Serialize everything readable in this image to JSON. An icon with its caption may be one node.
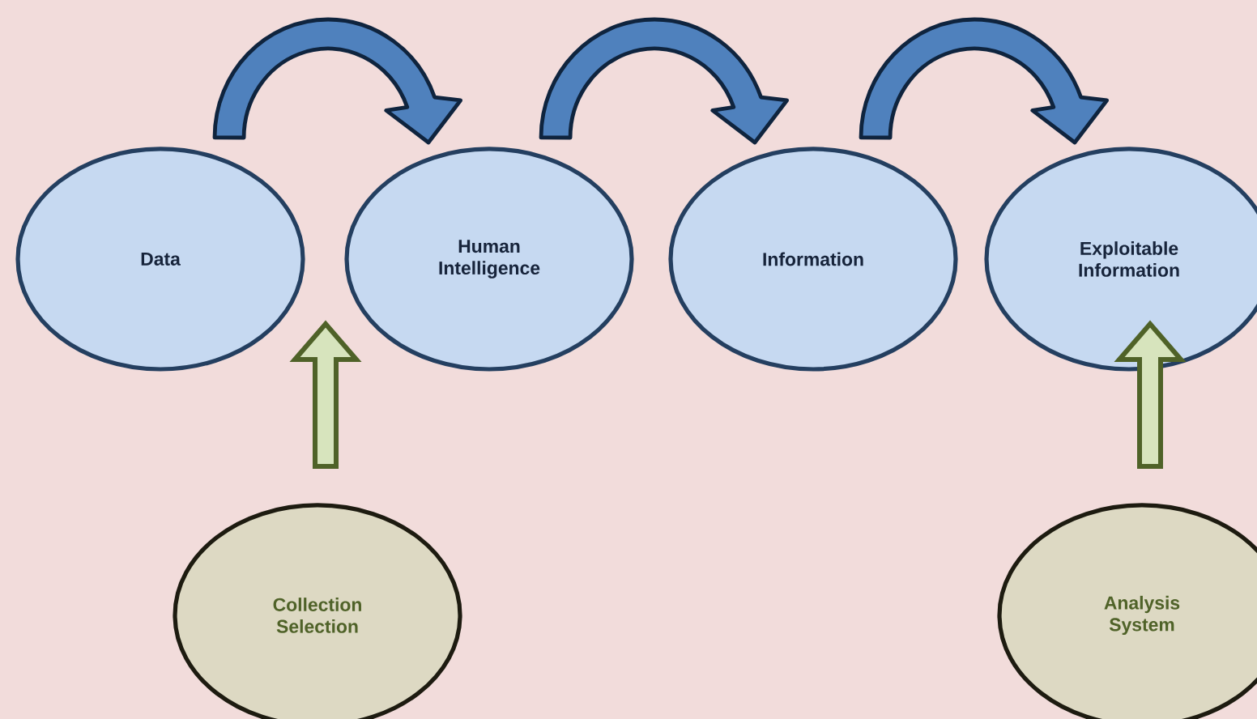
{
  "diagram": {
    "nodes": [
      {
        "text": [
          "Data"
        ]
      },
      {
        "text": [
          "Human Intelligence"
        ]
      },
      {
        "text": [
          "Information"
        ]
      },
      {
        "text": [
          "Exploitable Information"
        ]
      },
      {
        "text": [
          "Collection Selection"
        ]
      },
      {
        "text": [
          "Analysis System"
        ]
      }
    ],
    "edges": [
      {
        "from": 0,
        "to": 1,
        "arrow": "to"
      },
      {
        "from": 1,
        "to": 2,
        "arrow": "to"
      },
      {
        "from": 2,
        "to": 3,
        "arrow": "to"
      },
      {
        "from": 4,
        "to": null,
        "arrow": "to",
        "color": "#4f6228"
      },
      {
        "from": 5,
        "to": 3,
        "arrow": "to",
        "color": "#4f6228"
      }
    ]
  }
}
